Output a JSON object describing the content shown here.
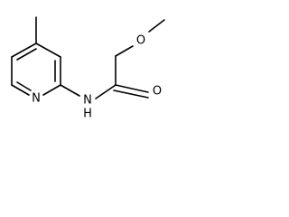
{
  "molecule": {
    "atoms": {
      "ring_nitrogen": "N",
      "amide_nitrogen_n": "N",
      "amide_nitrogen_h": "H",
      "carbonyl_oxygen": "O",
      "ether_oxygen": "O"
    }
  }
}
